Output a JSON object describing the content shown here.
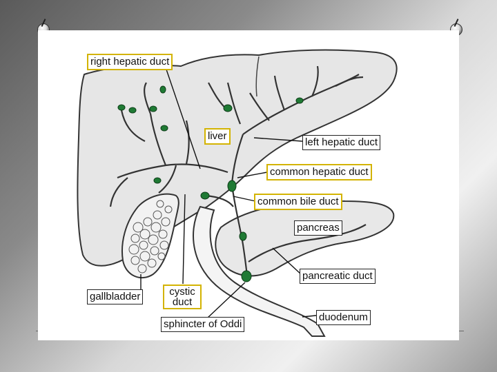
{
  "labels": {
    "right_hepatic_duct": "right hepatic duct",
    "liver": "liver",
    "left_hepatic_duct": "left hepatic duct",
    "common_hepatic_duct": "common hepatic duct",
    "common_bile_duct": "common bile duct",
    "pancreas": "pancreas",
    "pancreatic_duct": "pancreatic duct",
    "gallbladder": "gallbladder",
    "cystic_duct": "cystic duct",
    "sphincter_of_oddi": "sphincter of Oddi",
    "duodenum": "duodenum"
  },
  "colors": {
    "node_green": "#1f7a34",
    "highlight_border": "#d3b300",
    "organ_fill": "#e4e4e4",
    "ink": "#333333"
  }
}
